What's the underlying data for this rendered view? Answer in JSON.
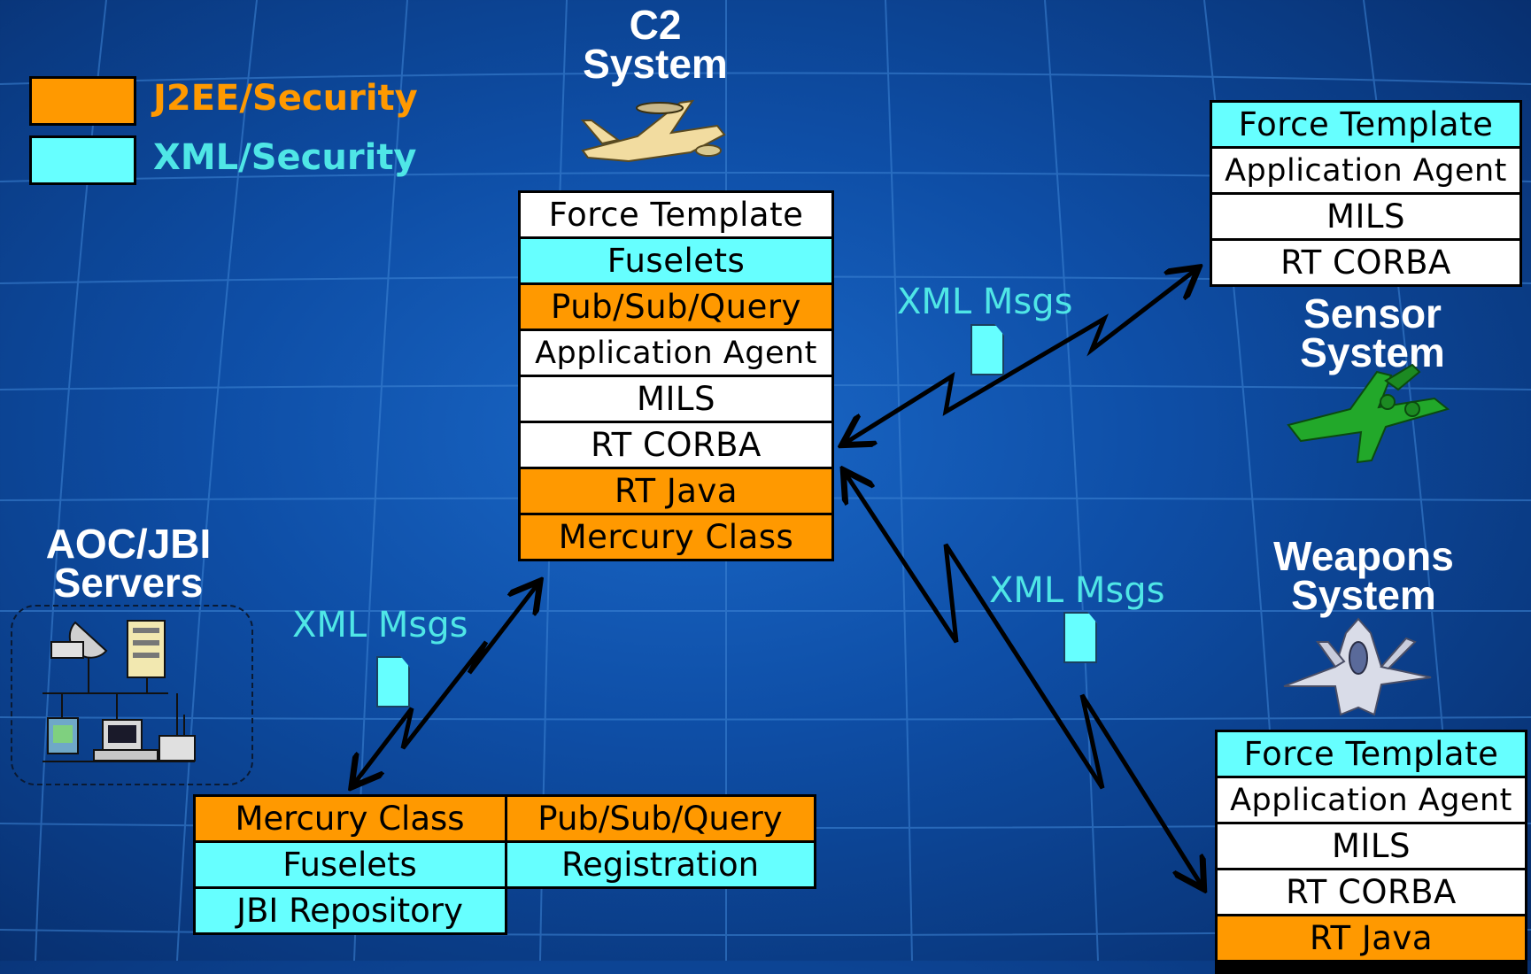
{
  "legend": {
    "items": [
      {
        "label": "J2EE/Security",
        "color": "#ff9900"
      },
      {
        "label": "XML/Security",
        "color": "#66ffff"
      }
    ]
  },
  "c2": {
    "title_line1": "C2",
    "title_line2": "System",
    "layers": [
      {
        "label": "Force Template",
        "color": "white"
      },
      {
        "label": "Fuselets",
        "color": "cyan"
      },
      {
        "label": "Pub/Sub/Query",
        "color": "orange"
      },
      {
        "label": "Application Agent",
        "color": "white"
      },
      {
        "label": "MILS",
        "color": "white"
      },
      {
        "label": "RT CORBA",
        "color": "white"
      },
      {
        "label": "RT Java",
        "color": "orange"
      },
      {
        "label": "Mercury Class",
        "color": "orange"
      }
    ]
  },
  "sensor": {
    "title_line1": "Sensor",
    "title_line2": "System",
    "layers": [
      {
        "label": "Force Template",
        "color": "cyan"
      },
      {
        "label": "Application Agent",
        "color": "white"
      },
      {
        "label": "MILS",
        "color": "white"
      },
      {
        "label": "RT CORBA",
        "color": "white"
      }
    ]
  },
  "weapons": {
    "title_line1": "Weapons",
    "title_line2": "System",
    "layers": [
      {
        "label": "Force Template",
        "color": "cyan"
      },
      {
        "label": "Application Agent",
        "color": "white"
      },
      {
        "label": "MILS",
        "color": "white"
      },
      {
        "label": "RT CORBA",
        "color": "white"
      },
      {
        "label": "RT Java",
        "color": "orange"
      }
    ]
  },
  "aoc": {
    "title_line1": "AOC/JBI",
    "title_line2": "Servers",
    "grid": [
      {
        "label": "Mercury Class",
        "color": "orange"
      },
      {
        "label": "Pub/Sub/Query",
        "color": "orange"
      },
      {
        "label": "Fuselets",
        "color": "cyan"
      },
      {
        "label": "Registration",
        "color": "cyan"
      },
      {
        "label": "JBI Repository",
        "color": "cyan"
      }
    ]
  },
  "messages": {
    "sensor_link": "XML Msgs",
    "weapons_link": "XML Msgs",
    "aoc_link": "XML Msgs"
  },
  "colors": {
    "white": "#ffffff",
    "orange": "#ff9900",
    "cyan": "#66ffff",
    "message_text": "#4fe6e6"
  }
}
